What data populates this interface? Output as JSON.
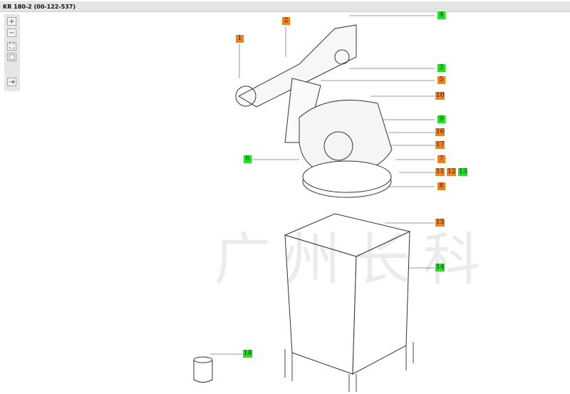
{
  "title": "KR 180-2 (00-122-537)",
  "toolbar": {
    "zoom_in": "+",
    "zoom_out": "−",
    "fit": "⛶",
    "reset": "□",
    "toggle": "⇥"
  },
  "watermark": "广州长科",
  "callouts": {
    "c1": "1",
    "c2": "2",
    "c3": "3",
    "c4": "4",
    "c5": "5",
    "c6": "6",
    "c7": "7",
    "c8": "8",
    "c9": "9",
    "c10": "10",
    "c11": "11",
    "c12": "12",
    "c13": "13",
    "c14": "14",
    "c15": "15",
    "c16": "16",
    "c17": "17",
    "c18": "18"
  },
  "colors": {
    "orange": "#f08020",
    "green": "#22e022"
  }
}
